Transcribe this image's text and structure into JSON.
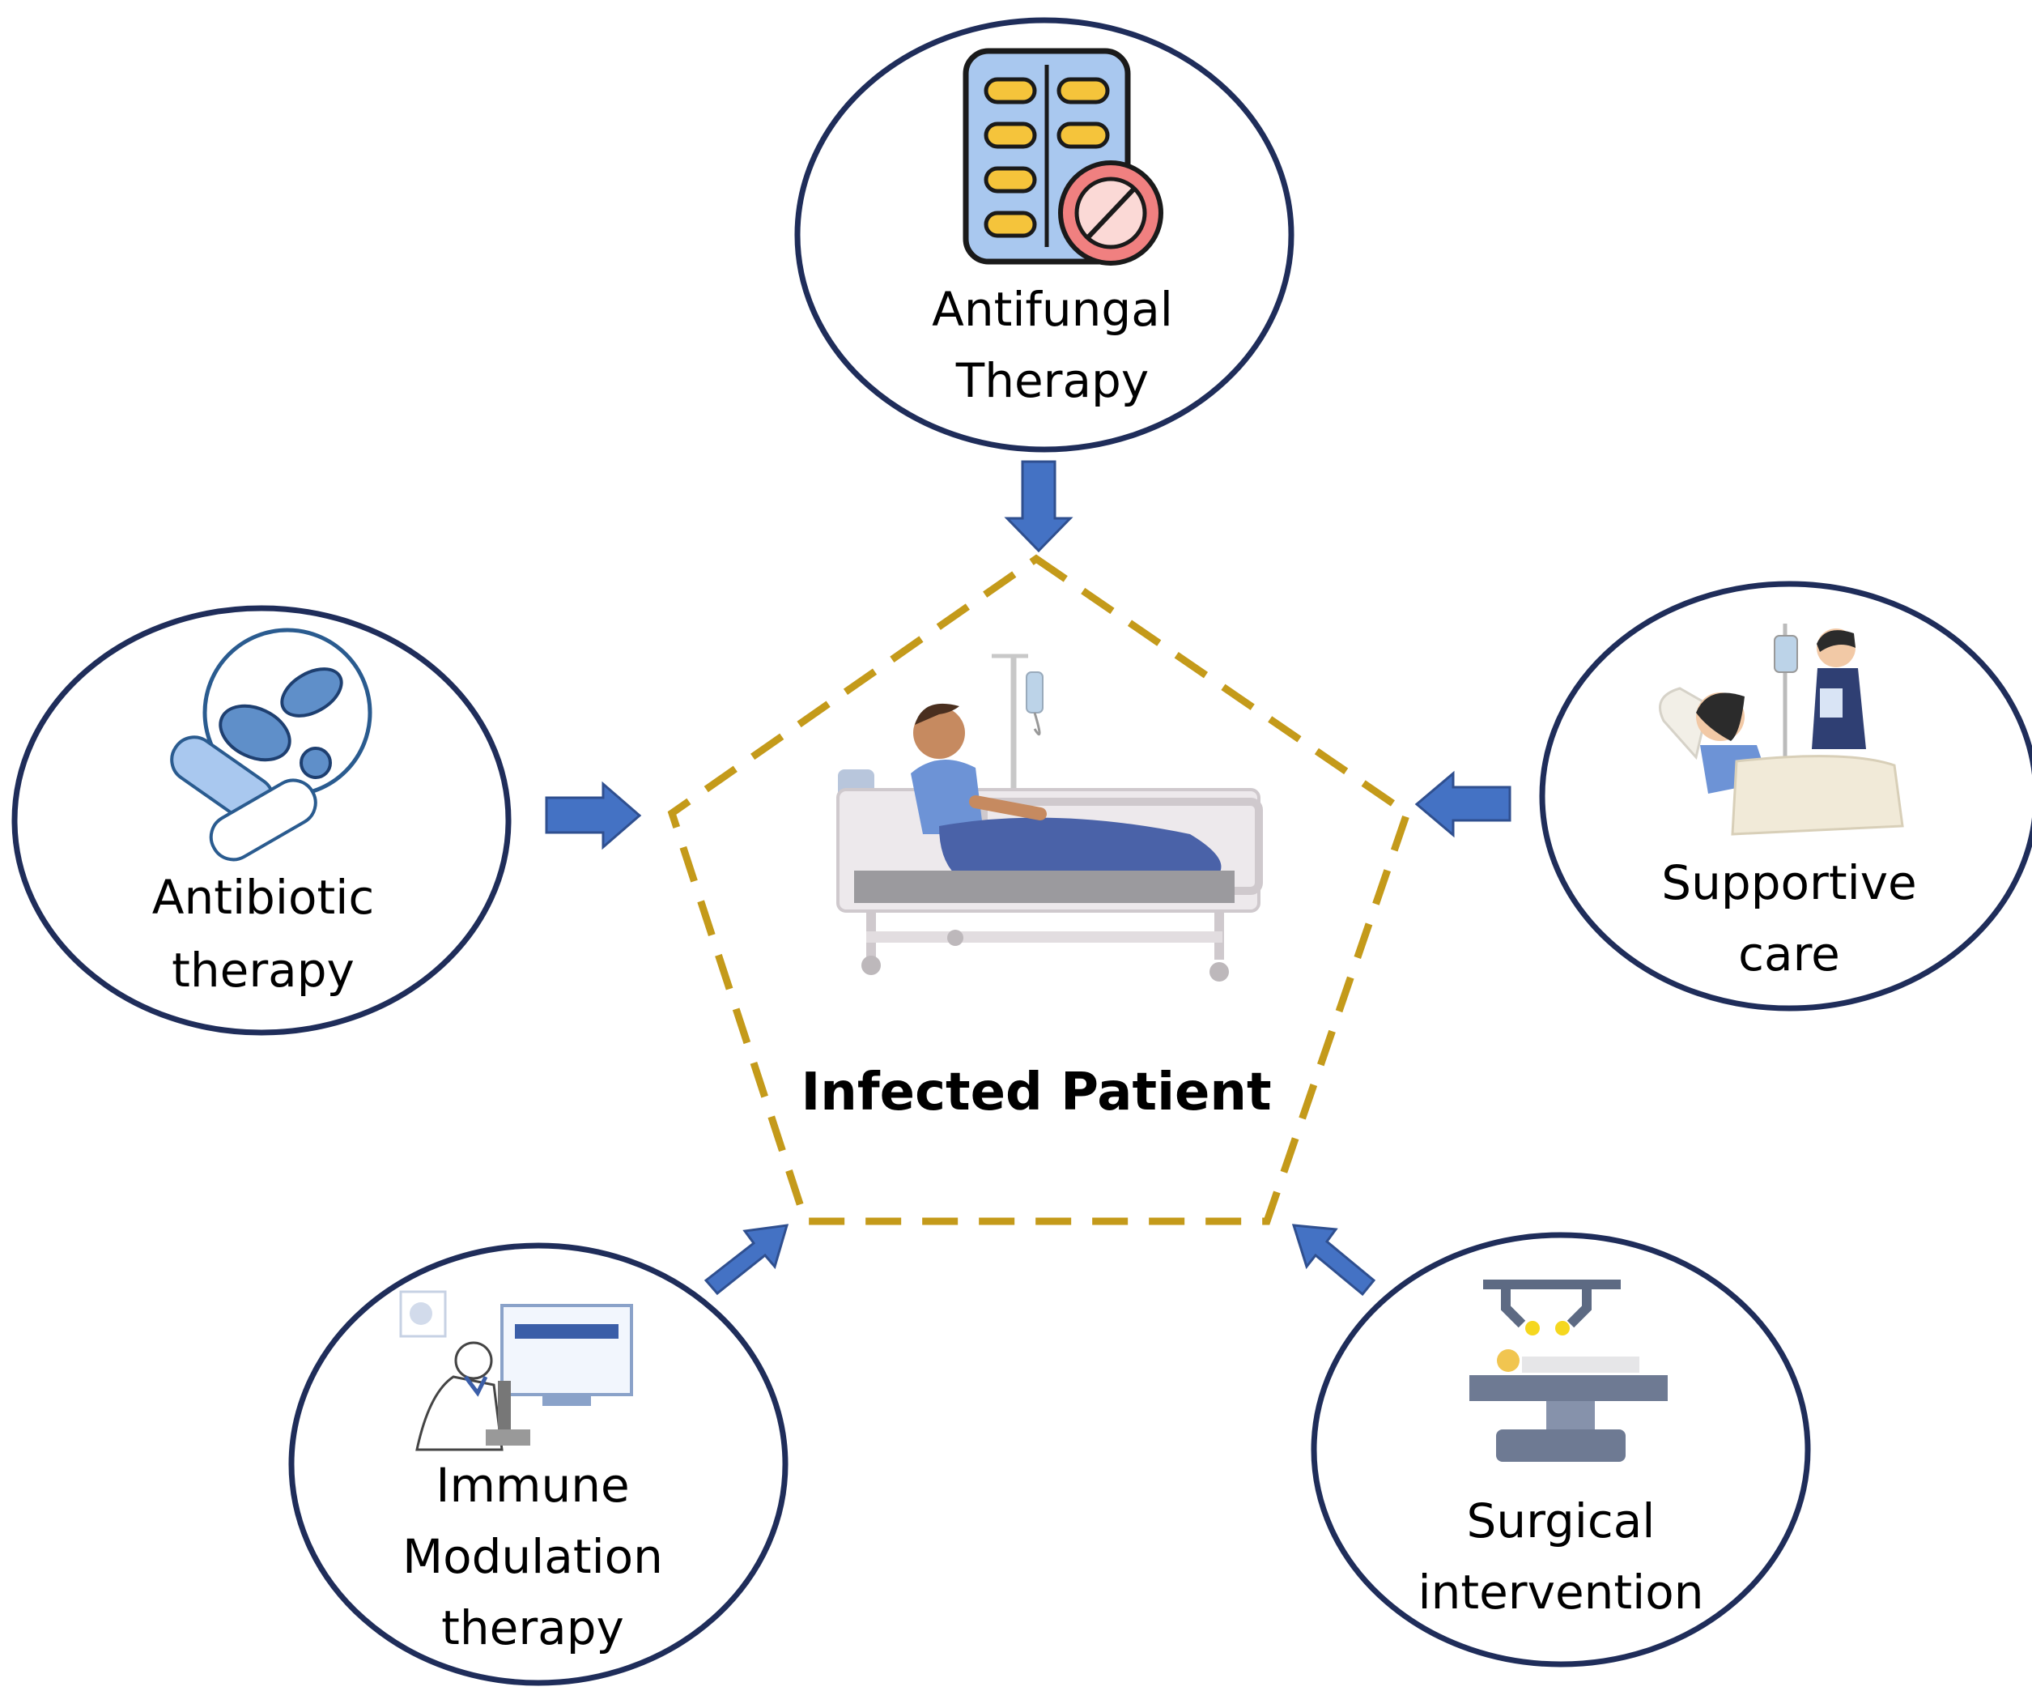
{
  "center": {
    "label": "Infected Patient",
    "icon": "patient-in-hospital-bed-icon"
  },
  "nodes": {
    "antifungal": {
      "line1": "Antifungal",
      "line2": "Therapy",
      "icon": "antifungal-pill-blister-icon"
    },
    "antibiotic": {
      "line1": "Antibiotic",
      "line2": "therapy",
      "icon": "bacteria-capsule-icon"
    },
    "supportive": {
      "line1": "Supportive",
      "line2": "care",
      "icon": "nurse-and-patient-icon"
    },
    "immune": {
      "line1": "Immune",
      "line2": "Modulation",
      "line3": "therapy",
      "icon": "scientist-microscope-icon"
    },
    "surgical": {
      "line1": "Surgical",
      "line2": "intervention",
      "icon": "operating-table-icon"
    }
  },
  "colors": {
    "circle_stroke": "#1f2d5a",
    "arrow_fill": "#4472c4",
    "arrow_stroke": "#2f4f8f",
    "pentagon_dash": "#c49a1a"
  }
}
